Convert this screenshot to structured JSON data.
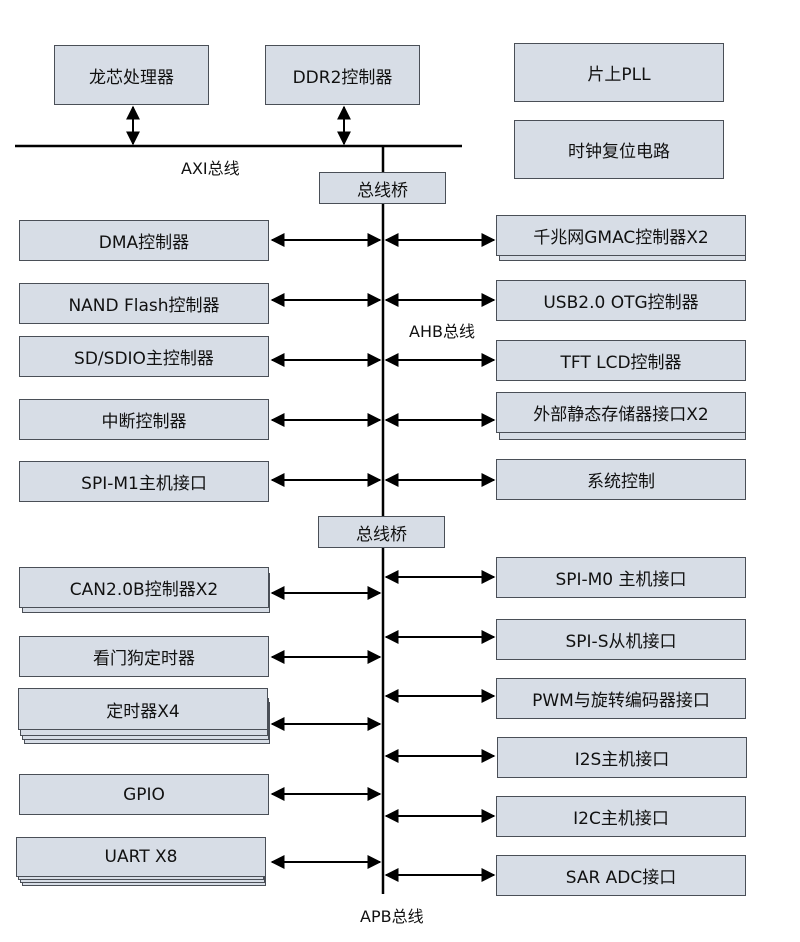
{
  "top": {
    "cpu": "龙芯处理器",
    "ddr2": "DDR2控制器",
    "pll": "片上PLL",
    "clock_reset": "时钟复位电路",
    "axi_label": "AXI总线"
  },
  "bridges": {
    "axi_ahb": "总线桥",
    "ahb_apb": "总线桥"
  },
  "ahb": {
    "label": "AHB总线",
    "left": [
      "DMA控制器",
      "NAND Flash控制器",
      "SD/SDIO主控制器",
      "中断控制器",
      "SPI-M1主机接口"
    ],
    "right": [
      "千兆网GMAC控制器X2",
      "USB2.0  OTG控制器",
      "TFT LCD控制器",
      "外部静态存储器接口X2",
      "系统控制"
    ]
  },
  "apb": {
    "label": "APB总线",
    "left": [
      "CAN2.0B控制器X2",
      "看门狗定时器",
      "定时器X4",
      "GPIO",
      "UART X8"
    ],
    "right": [
      "SPI-M0 主机接口",
      "SPI-S从机接口",
      "PWM与旋转编码器接口",
      "I2S主机接口",
      "I2C主机接口",
      "SAR ADC接口"
    ]
  },
  "colors": {
    "box_fill": "#d7dde6",
    "line": "#000000",
    "border": "#4a4f57"
  }
}
